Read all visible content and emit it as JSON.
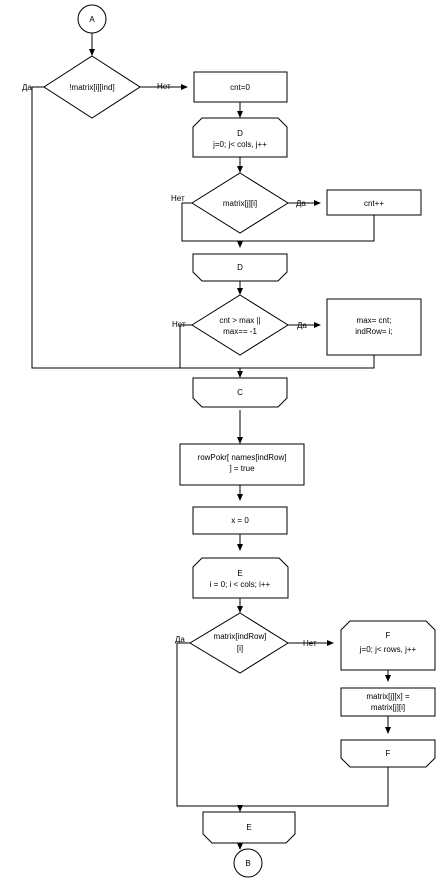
{
  "connectors": {
    "start": "A",
    "end": "B"
  },
  "decisions": {
    "d1": "!matrix[i][ind]",
    "d2": "matrix[j][i]",
    "d3": [
      "cnt > max ||",
      "max== -1"
    ],
    "d4": [
      "matrix[indRow]",
      "[i]"
    ]
  },
  "processes": {
    "cnt_zero": "cnt=0",
    "cnt_inc": "cnt++",
    "max_set": [
      "max= cnt;",
      "indRow= i;"
    ],
    "row_pokr": [
      "rowPokr[ names[indRow]",
      "] = true"
    ],
    "x_zero": "x = 0",
    "matrix_assign": [
      "matrix[j][x] =",
      "matrix[j][i]"
    ]
  },
  "loops": {
    "D_open": [
      "D",
      "j=0; j< cols, j++"
    ],
    "D_close": "D",
    "C_close": "C",
    "E_open": [
      "E",
      "i = 0; i < cols; i++"
    ],
    "F_open": [
      "F",
      "j=0; j< rows, j++"
    ],
    "F_close": "F",
    "E_close": "E"
  },
  "branch_labels": {
    "yes": "Да",
    "no": "Нет"
  }
}
